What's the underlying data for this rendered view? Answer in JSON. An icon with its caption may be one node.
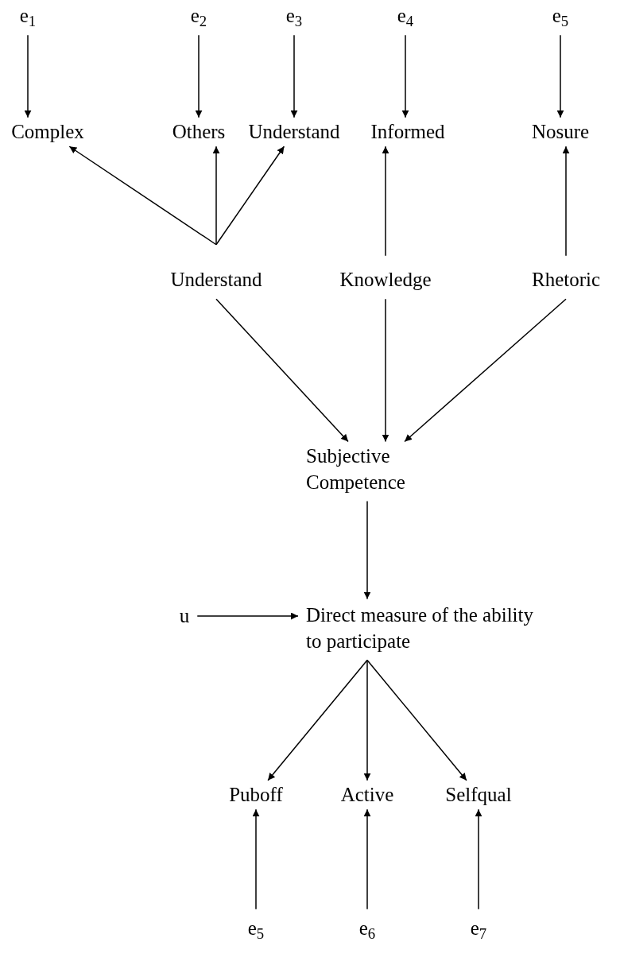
{
  "diagram": {
    "nodes": [
      {
        "text": [
          "e$_{1}$"
        ]
      },
      {
        "text": [
          "e$_{2}$"
        ]
      },
      {
        "text": [
          "e$_{3}$"
        ]
      },
      {
        "text": [
          "e$_{4}$"
        ]
      },
      {
        "text": [
          "e$_{5}$"
        ]
      },
      {
        "text": [
          "Complex"
        ]
      },
      {
        "text": [
          "Others"
        ]
      },
      {
        "text": [
          "Understand"
        ]
      },
      {
        "text": [
          "Informed"
        ]
      },
      {
        "text": [
          "Nosure"
        ]
      },
      {
        "text": [
          "Understand"
        ]
      },
      {
        "text": [
          "Knowledge"
        ]
      },
      {
        "text": [
          "Rhetoric"
        ]
      },
      {
        "text": [
          "Subjective Competence"
        ]
      },
      {
        "text": [
          "u"
        ]
      },
      {
        "text": [
          "Direct measure of the ability to participate"
        ]
      },
      {
        "text": [
          "Puboff"
        ]
      },
      {
        "text": [
          "Active"
        ]
      },
      {
        "text": [
          "Selfqual"
        ]
      },
      {
        "text": [
          "e$_{5}$"
        ]
      },
      {
        "text": [
          "e$_{6}$"
        ]
      },
      {
        "text": [
          "e$_{7}$"
        ]
      }
    ],
    "edges": [
      {
        "from": 0,
        "to": 5,
        "arrow": "to"
      },
      {
        "from": 1,
        "to": 6,
        "arrow": "to"
      },
      {
        "from": 2,
        "to": 7,
        "arrow": "to"
      },
      {
        "from": 3,
        "to": 8,
        "arrow": "to"
      },
      {
        "from": 4,
        "to": 9,
        "arrow": "to"
      },
      {
        "from": 10,
        "to": 5,
        "arrow": "to"
      },
      {
        "from": 10,
        "to": 6,
        "arrow": "to"
      },
      {
        "from": 10,
        "to": 7,
        "arrow": "to"
      },
      {
        "from": 11,
        "to": 8,
        "arrow": "to"
      },
      {
        "from": 12,
        "to": 9,
        "arrow": "to"
      },
      {
        "from": 10,
        "to": 13,
        "arrow": "to"
      },
      {
        "from": 11,
        "to": 13,
        "arrow": "to"
      },
      {
        "from": 12,
        "to": 13,
        "arrow": "to"
      },
      {
        "from": 13,
        "to": 15,
        "arrow": "to"
      },
      {
        "from": 14,
        "to": 15,
        "arrow": "to"
      },
      {
        "from": 15,
        "to": 16,
        "arrow": "to"
      },
      {
        "from": 15,
        "to": 17,
        "arrow": "to"
      },
      {
        "from": 15,
        "to": 18,
        "arrow": "to"
      },
      {
        "from": 19,
        "to": 16,
        "arrow": "to"
      },
      {
        "from": 20,
        "to": 17,
        "arrow": "to"
      },
      {
        "from": 21,
        "to": 18,
        "arrow": "to"
      }
    ]
  }
}
